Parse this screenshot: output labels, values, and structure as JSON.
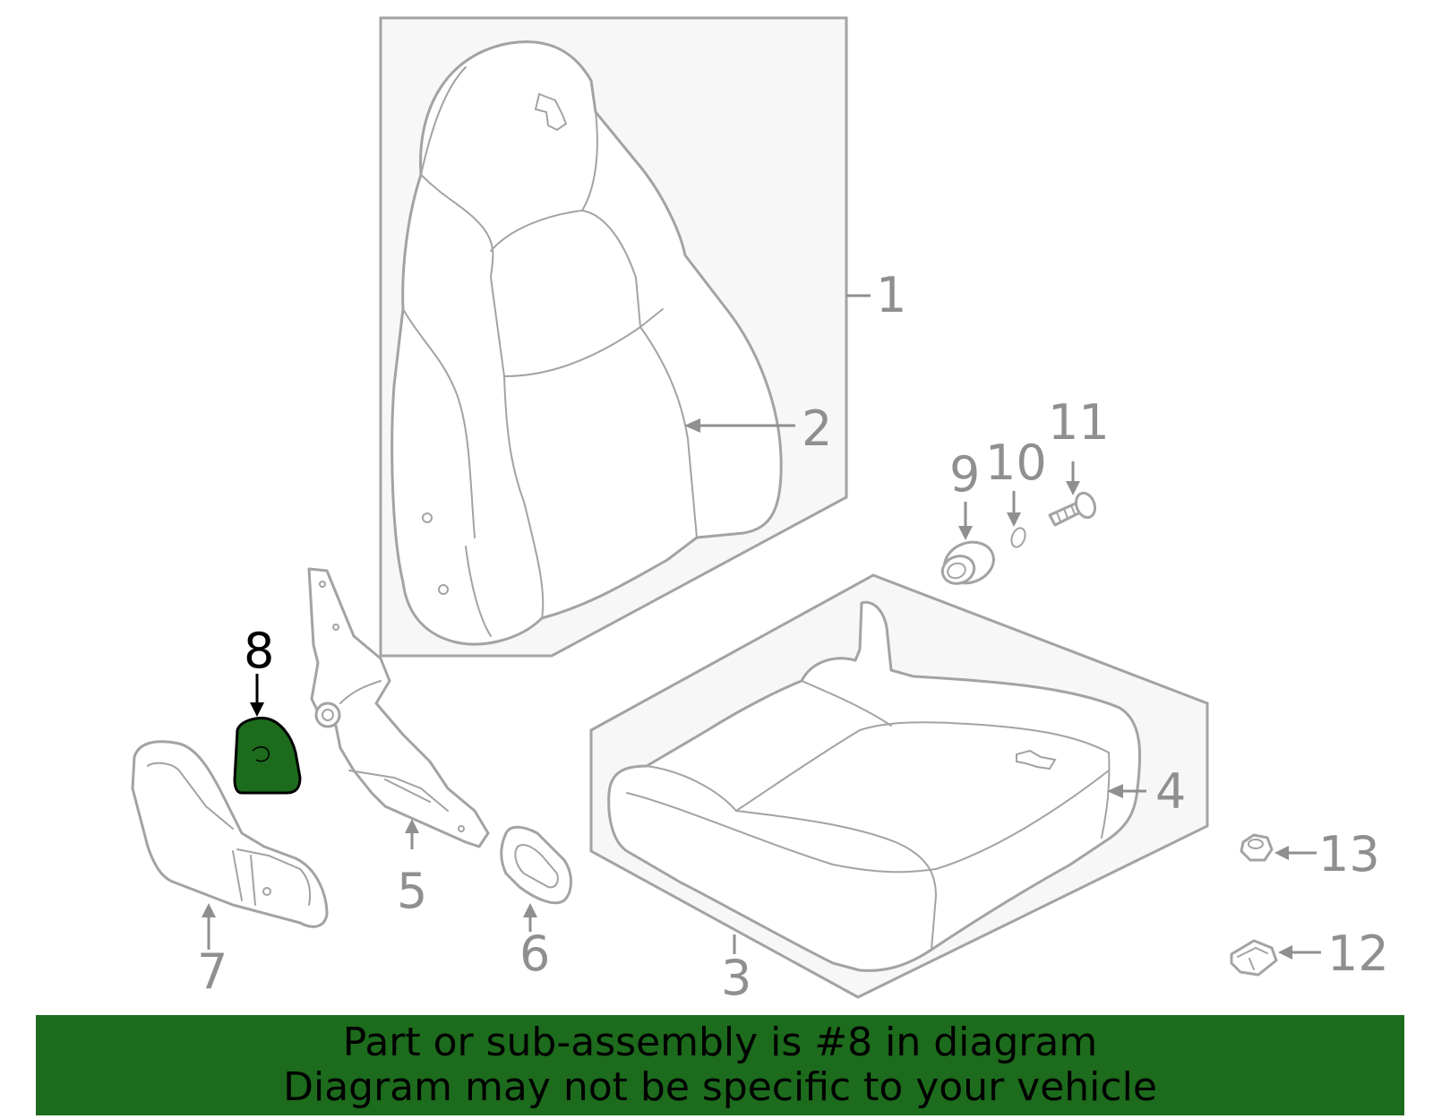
{
  "callouts": {
    "c1": "1",
    "c2": "2",
    "c3": "3",
    "c4": "4",
    "c5": "5",
    "c6": "6",
    "c7": "7",
    "c8": "8",
    "c9": "9",
    "c10": "10",
    "c11": "11",
    "c12": "12",
    "c13": "13"
  },
  "highlighted_part": "8",
  "colors": {
    "highlight_fill": "#1d6b1d",
    "line_gray": "#a3a3a3",
    "label_gray": "#8f8f8f",
    "banner_bg": "#1d6b1d"
  },
  "banner": {
    "line1": "Part or sub-assembly is #8 in diagram",
    "line2": "Diagram may not be specific to your vehicle"
  }
}
